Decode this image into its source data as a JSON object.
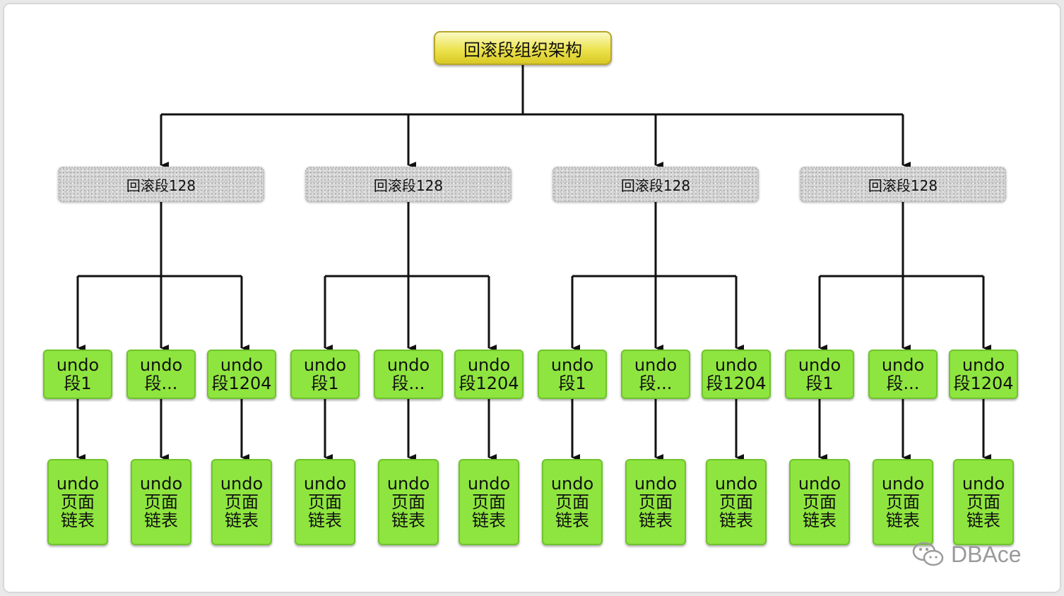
{
  "root": {
    "label": "回滚段组织架构"
  },
  "segments": [
    {
      "label": "回滚段128",
      "undo_segments": [
        {
          "label": "undo\n段1"
        },
        {
          "label": "undo\n段..."
        },
        {
          "label": "undo\n段1204"
        }
      ]
    },
    {
      "label": "回滚段128",
      "undo_segments": [
        {
          "label": "undo\n段1"
        },
        {
          "label": "undo\n段..."
        },
        {
          "label": "undo\n段1204"
        }
      ]
    },
    {
      "label": "回滚段128",
      "undo_segments": [
        {
          "label": "undo\n段1"
        },
        {
          "label": "undo\n段..."
        },
        {
          "label": "undo\n段1204"
        }
      ]
    },
    {
      "label": "回滚段128",
      "undo_segments": [
        {
          "label": "undo\n段1"
        },
        {
          "label": "undo\n段..."
        },
        {
          "label": "undo\n段1204"
        }
      ]
    }
  ],
  "page_list_label": "undo\n页面\n链表",
  "watermark": {
    "text": "DBAce",
    "icon": "wechat-icon"
  },
  "colors": {
    "root_fill": "#ece34f",
    "segment_fill": "#d7d7d7",
    "undo_fill": "#8fe53f",
    "line": "#111111"
  }
}
